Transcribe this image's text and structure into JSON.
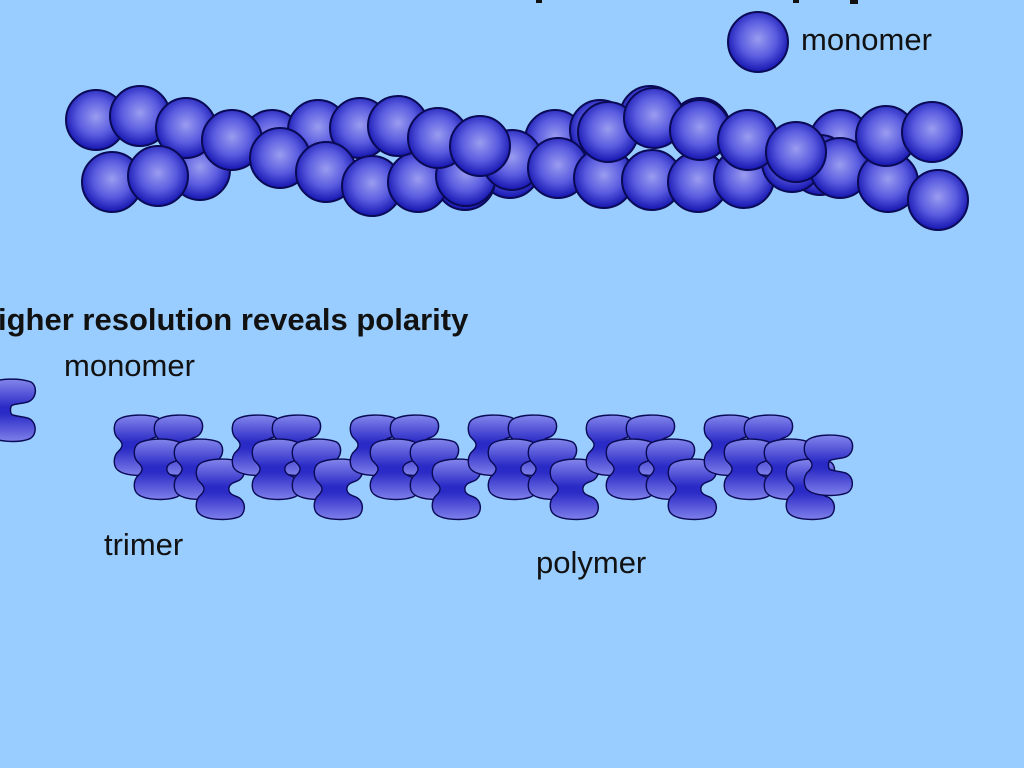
{
  "colors": {
    "background": "#99ccff",
    "sphere_light": "#9a9cf0",
    "sphere_mid": "#4446d8",
    "sphere_dark": "#1515b0",
    "outline": "#0a0a55",
    "subunit_light": "#7f80ea",
    "subunit_dark": "#2323c0",
    "text": "#111111"
  },
  "top_panel": {
    "monomer_label": "monomer",
    "filament_name": "two-stranded filament of spherical monomers",
    "strand_count": 2
  },
  "bottom_panel": {
    "heading": "igher resolution reveals polarity",
    "monomer_label": "monomer",
    "trimer_label": "trimer",
    "polymer_label": "polymer"
  }
}
